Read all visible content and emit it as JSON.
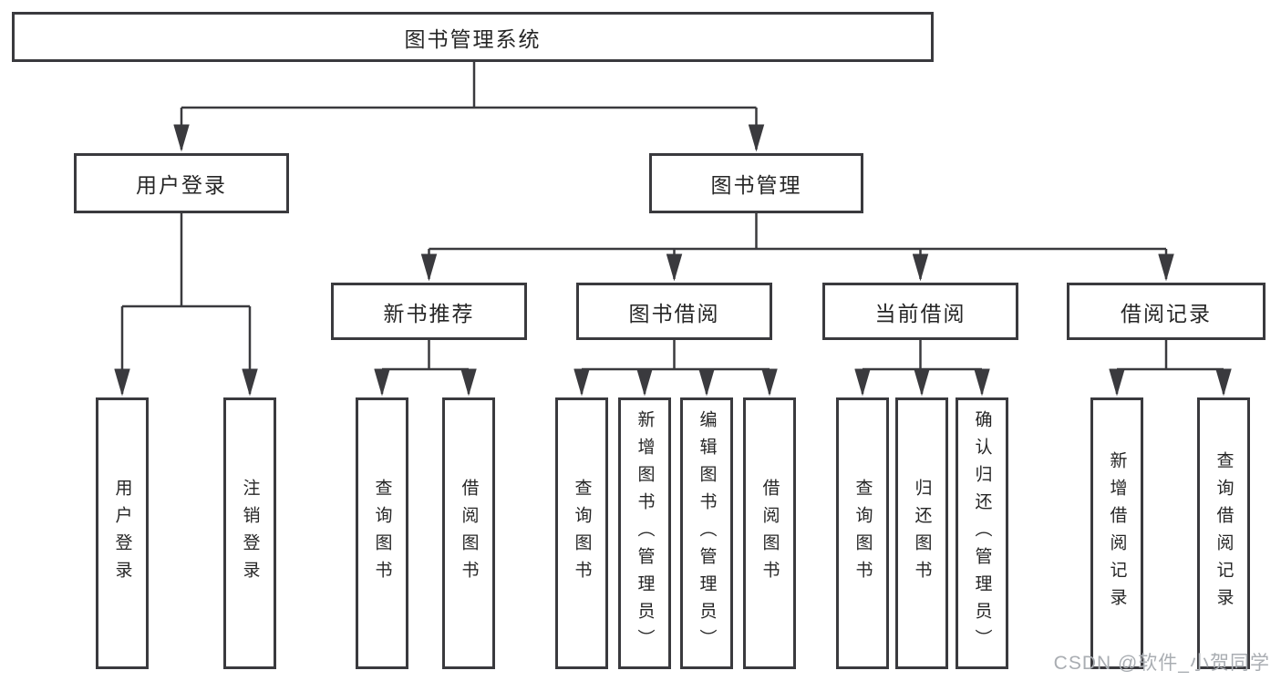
{
  "diagram": {
    "title_note": "functional structure tree of a library management system",
    "root": {
      "label": "图书管理系统"
    },
    "level2": [
      {
        "label": "用户登录"
      },
      {
        "label": "图书管理"
      }
    ],
    "level3": [
      {
        "label": "新书推荐"
      },
      {
        "label": "图书借阅"
      },
      {
        "label": "当前借阅"
      },
      {
        "label": "借阅记录"
      }
    ],
    "leaves": {
      "user_login": [
        "用户登录",
        "注销登录"
      ],
      "new_book": [
        "查询图书",
        "借阅图书"
      ],
      "borrow": [
        "查询图书",
        "新增图书（管理员）",
        "编辑图书（管理员）",
        "借阅图书"
      ],
      "current": [
        "查询图书",
        "归还图书",
        "确认归还（管理员）"
      ],
      "records": [
        "新增借阅记录",
        "查询借阅记录"
      ]
    },
    "watermark": "CSDN @软件_小贺同学",
    "colors": {
      "line": "#3a3a3e",
      "text": "#262626",
      "watermark": "#a9adb2"
    }
  }
}
